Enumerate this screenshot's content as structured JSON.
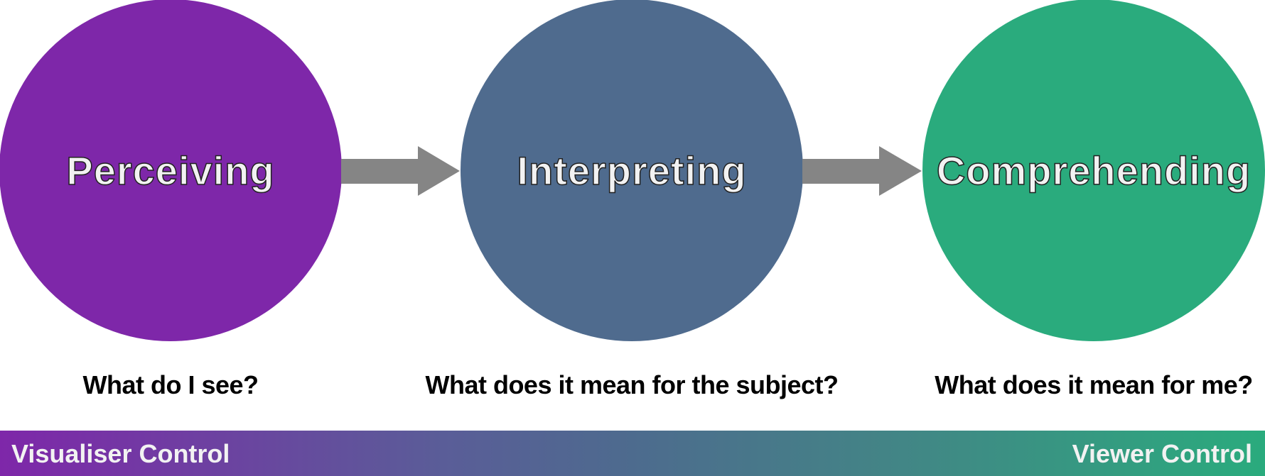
{
  "stages": [
    {
      "label": "Perceiving",
      "question": "What do I see?",
      "color": "#7e27a9"
    },
    {
      "label": "Interpreting",
      "question": "What does it mean for the subject?",
      "color": "#4f6b8e"
    },
    {
      "label": "Comprehending",
      "question": "What does it mean for me?",
      "color": "#2aab7d"
    }
  ],
  "arrow_color": "#858585",
  "control_bar": {
    "left_label": "Visualiser Control",
    "right_label": "Viewer Control"
  }
}
